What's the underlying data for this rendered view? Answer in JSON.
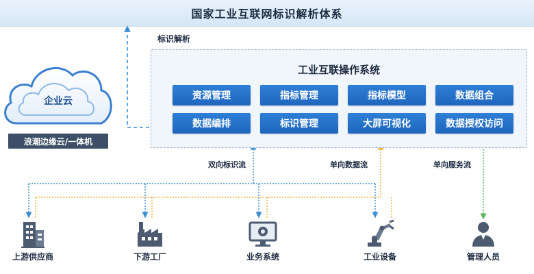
{
  "header": {
    "title": "国家工业互联网标识解析体系"
  },
  "parse_label": "标识解析",
  "os": {
    "title": "工业互联操作系统",
    "modules": [
      "资源管理",
      "指标管理",
      "指标模型",
      "数据组合",
      "数据编排",
      "标识管理",
      "大屏可视化",
      "数据授权访问"
    ]
  },
  "cloud": {
    "label": "企业云",
    "edge": "浪潮边缘云/一体机"
  },
  "flows": {
    "bidirectional": "双向标识流",
    "data": "单向数据流",
    "service": "单向服务流"
  },
  "entities": [
    {
      "label": "上游供应商",
      "icon": "building-icon"
    },
    {
      "label": "下游工厂",
      "icon": "factory-icon"
    },
    {
      "label": "业务系统",
      "icon": "monitor-icon"
    },
    {
      "label": "工业设备",
      "icon": "robot-arm-icon"
    },
    {
      "label": "管理人员",
      "icon": "person-icon"
    }
  ],
  "colors": {
    "module_blue": "#1f6fc8",
    "dark_bar": "#3d4f66",
    "dotted_blue": "#3c8fd4",
    "dotted_orange": "#f2b33a",
    "dotted_green": "#5cb85c",
    "icon_gray": "#4c5b70"
  }
}
